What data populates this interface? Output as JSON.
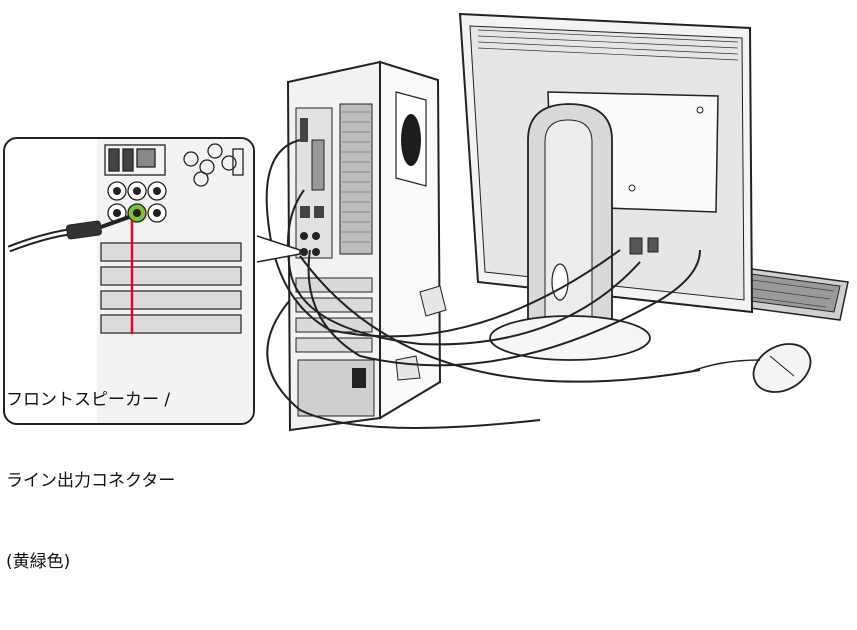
{
  "callout_label": {
    "line1": "フロントスピーカー /",
    "line2": "ライン出力コネクター",
    "line3": "(黄緑色)"
  },
  "colors": {
    "indicator_line": "#e8002a",
    "outline": "#222222",
    "background": "#ffffff"
  },
  "icons": [
    "pc-tower",
    "lcd-monitor",
    "keyboard",
    "mouse",
    "audio-plug",
    "vga-cable"
  ]
}
